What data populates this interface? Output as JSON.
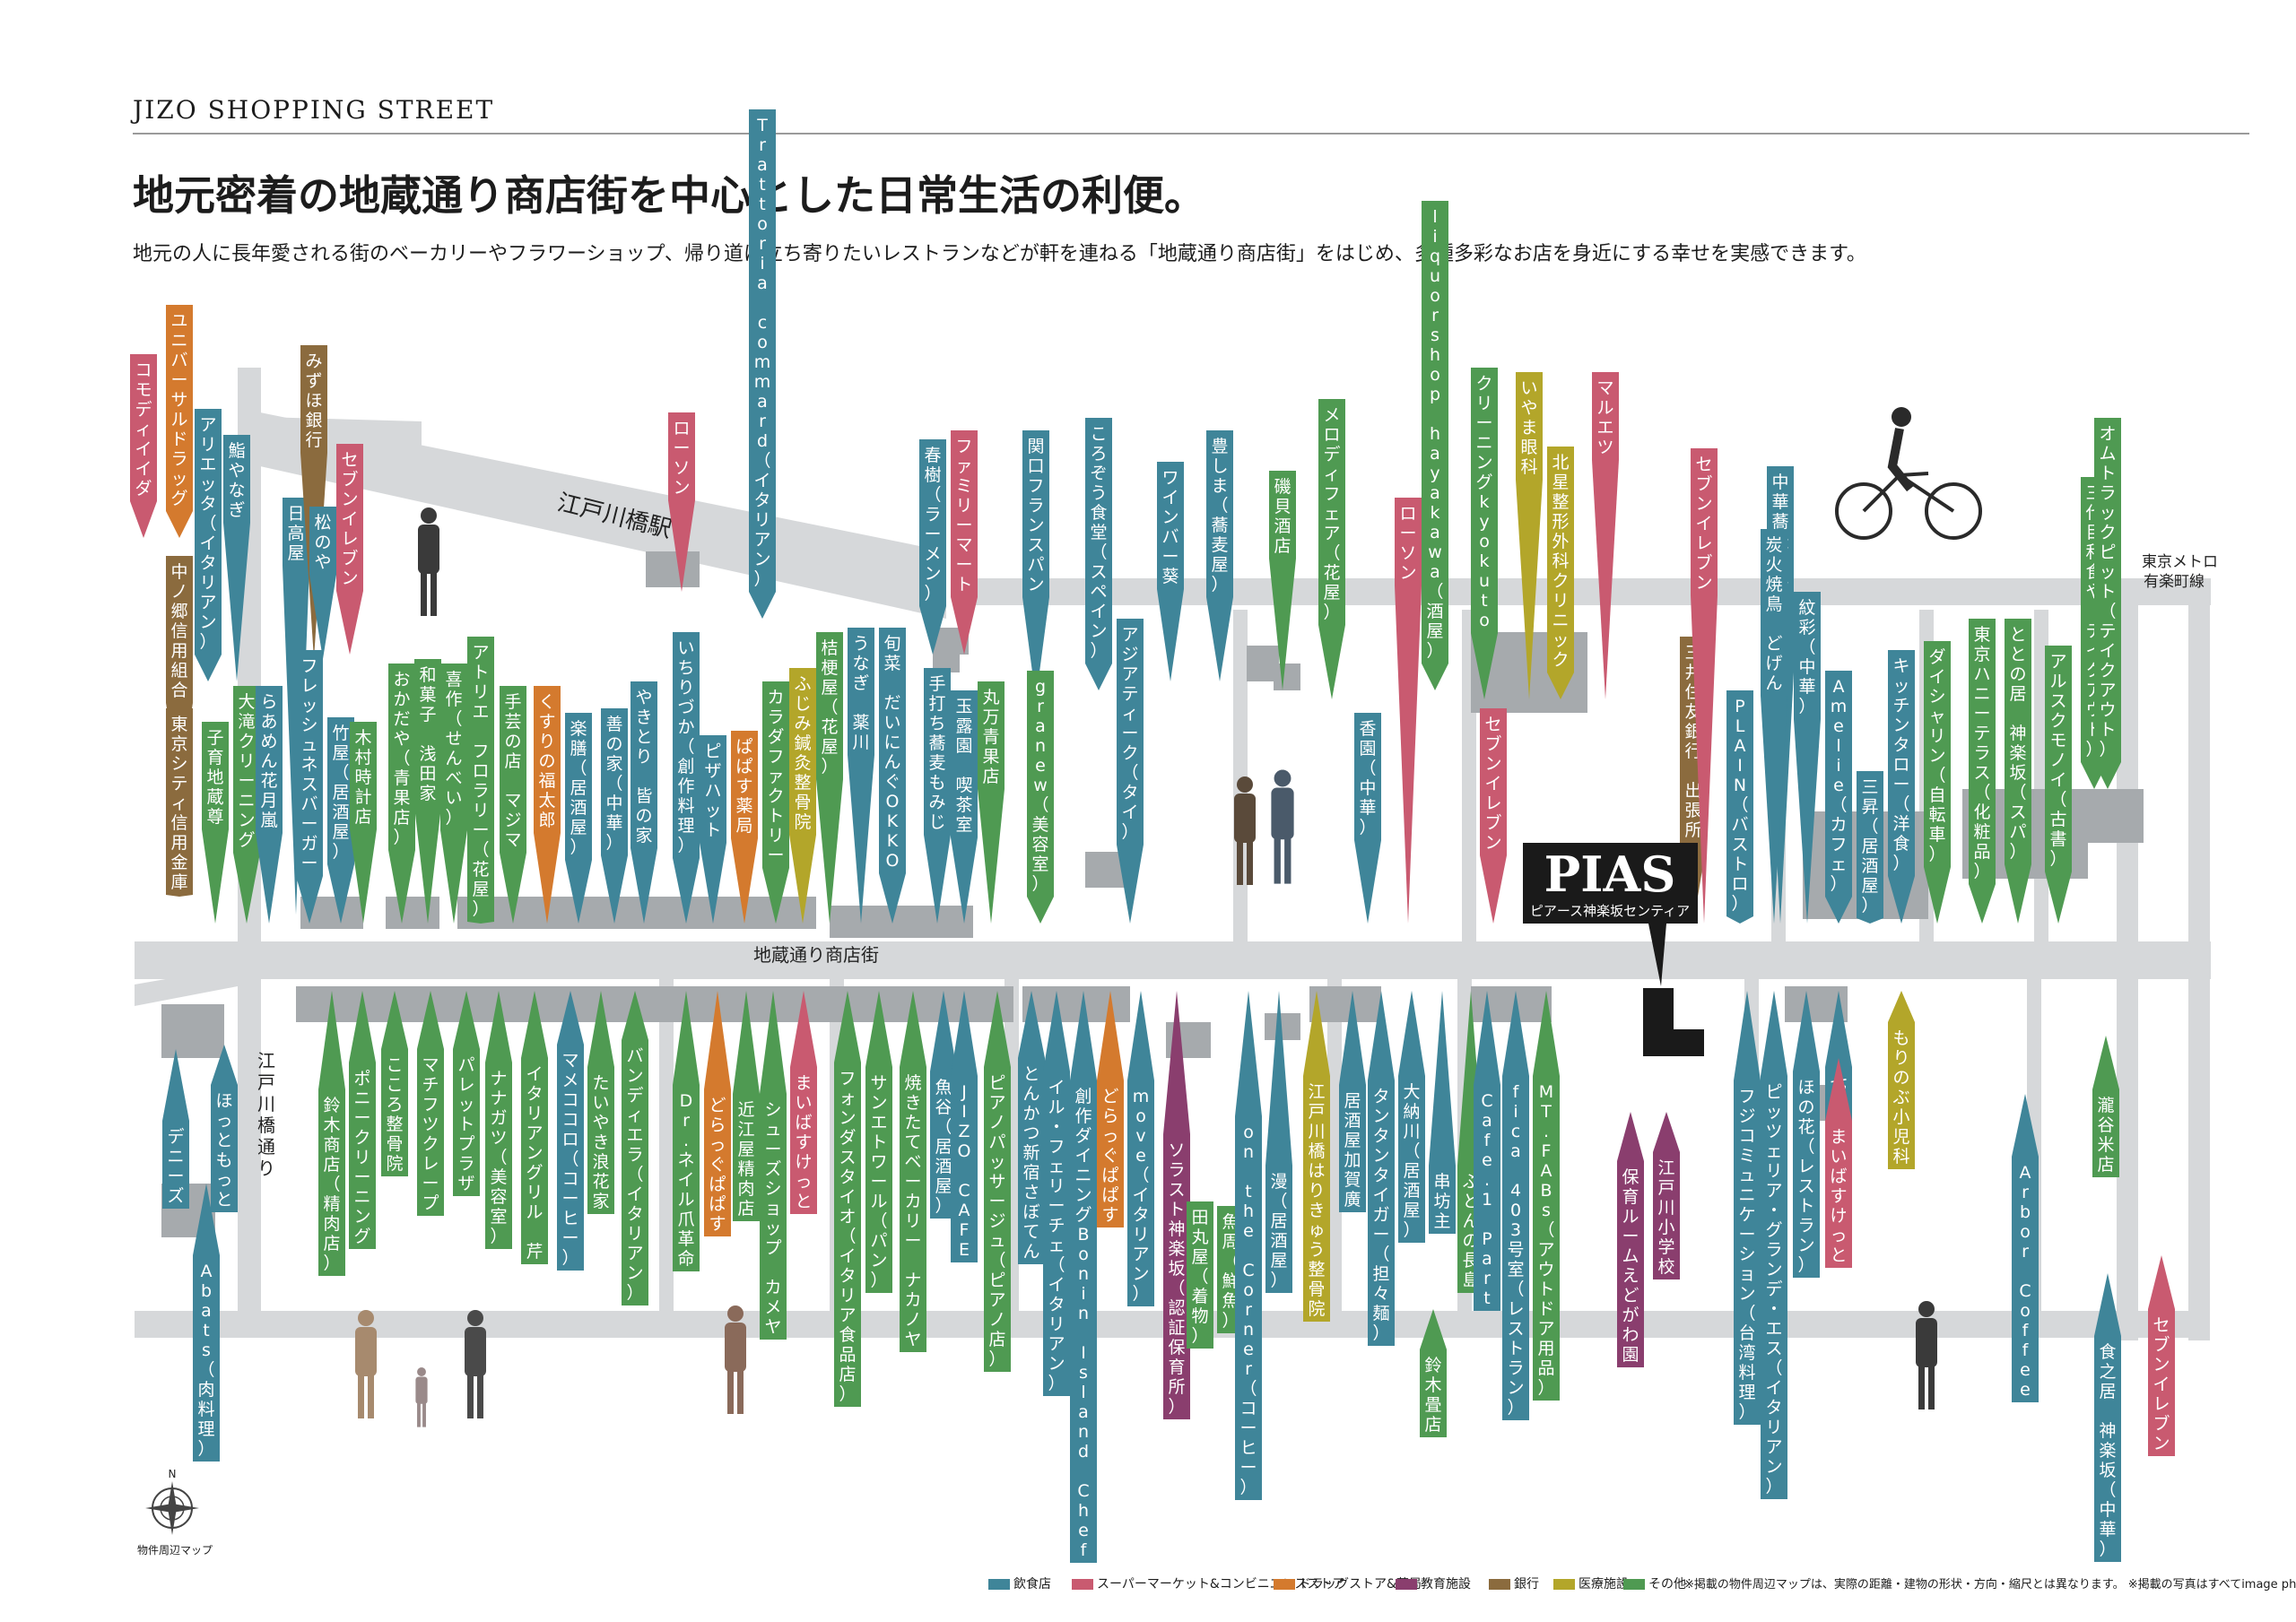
{
  "header": {
    "eyebrow": "JIZO SHOPPING STREET",
    "headline": "地元密着の地蔵通り商店街を中心とした日常生活の利便。",
    "lead": "地元の人に長年愛される街のベーカリーやフラワーショップ、帰り道に立ち寄りたいレストランなどが軒を連ねる「地蔵通り商店街」をはじめ、多種多彩なお店を身近にする幸せを実感できます。"
  },
  "colors": {
    "food": "#3f8599",
    "market": "#c95a70",
    "drug": "#d47a2e",
    "education": "#8a3e6e",
    "bank": "#8b6b3e",
    "medical": "#b3a62a",
    "other": "#4f9a52",
    "road": "#d6d8da",
    "block": "#a6aaad"
  },
  "map": {
    "street_label": "地蔵通り商店街",
    "station_label": "江戸川橋駅",
    "avenue_label": "江戸川橋通り",
    "metro_label_1": "東京メトロ",
    "metro_label_2": "有楽町線",
    "property": {
      "logo": "PIAS",
      "subtitle": "ピアース神楽坂センティア"
    },
    "compass_n": "N",
    "compass_caption": "物件周辺マップ"
  },
  "shops_top": [
    {
      "name": "コモディイイダ",
      "cat": "market"
    },
    {
      "name": "ユニバーサルドラッグ",
      "cat": "drug"
    },
    {
      "name": "中ノ郷信用組合",
      "cat": "bank"
    },
    {
      "name": "東京シティ信用金庫",
      "cat": "bank"
    },
    {
      "name": "アリエッタ（イタリアン）",
      "cat": "food"
    },
    {
      "name": "鮨やなぎ",
      "cat": "food"
    },
    {
      "name": "大滝クリーニング",
      "cat": "other"
    },
    {
      "name": "子育地蔵尊",
      "cat": "other"
    },
    {
      "name": "日高屋",
      "cat": "food"
    },
    {
      "name": "らあめん花月嵐",
      "cat": "food"
    },
    {
      "name": "みずほ銀行",
      "cat": "bank"
    },
    {
      "name": "松のや",
      "cat": "food"
    },
    {
      "name": "フレッシュネスバーガー",
      "cat": "food"
    },
    {
      "name": "竹屋（居酒屋）",
      "cat": "food"
    },
    {
      "name": "セブンイレブン",
      "cat": "market"
    },
    {
      "name": "木村時計店",
      "cat": "other"
    },
    {
      "name": "おかだや（青果店）",
      "cat": "other"
    },
    {
      "name": "和菓子 浅田家",
      "cat": "other"
    },
    {
      "name": "喜作（せんべい）",
      "cat": "other"
    },
    {
      "name": "アトリエ フロラリー（花屋）",
      "cat": "other"
    },
    {
      "name": "手芸の店 マジマ",
      "cat": "other"
    },
    {
      "name": "くすりの福太郎",
      "cat": "drug"
    },
    {
      "name": "楽膳（居酒屋）",
      "cat": "food"
    },
    {
      "name": "善の家（中華）",
      "cat": "food"
    },
    {
      "name": "やきとり 皆の家",
      "cat": "food"
    },
    {
      "name": "ローソン",
      "cat": "market"
    },
    {
      "name": "いちりづか（創作料理）",
      "cat": "food"
    },
    {
      "name": "ピザハット",
      "cat": "food"
    },
    {
      "name": "ぱぱす薬局",
      "cat": "drug"
    },
    {
      "name": "Trattoria commard（イタリアン）",
      "cat": "food"
    },
    {
      "name": "カラダファクトリー",
      "cat": "other"
    },
    {
      "name": "ふじみ鍼灸整骨院",
      "cat": "medical"
    },
    {
      "name": "桔梗屋（花屋）",
      "cat": "other"
    },
    {
      "name": "うなぎ 薬川",
      "cat": "food"
    },
    {
      "name": "旬菜 だいにんぐOKKO",
      "cat": "food"
    },
    {
      "name": "春樹（ラーメン）",
      "cat": "food"
    },
    {
      "name": "手打ち蕎麦もみじ",
      "cat": "food"
    },
    {
      "name": "ファミリーマート",
      "cat": "market"
    },
    {
      "name": "玉露園 喫茶室",
      "cat": "food"
    },
    {
      "name": "丸万青果店",
      "cat": "other"
    },
    {
      "name": "関口フランスパン",
      "cat": "food"
    },
    {
      "name": "granew（美容室）",
      "cat": "other"
    },
    {
      "name": "ころぞう食堂（スペイン）",
      "cat": "food"
    },
    {
      "name": "アジアティーク（タイ）",
      "cat": "food"
    },
    {
      "name": "ワインバー葵",
      "cat": "food"
    },
    {
      "name": "豊しま（蕎麦屋）",
      "cat": "food"
    },
    {
      "name": "磯貝酒店",
      "cat": "other"
    },
    {
      "name": "香園（中華）",
      "cat": "food"
    },
    {
      "name": "メロディフェア（花屋）",
      "cat": "other"
    },
    {
      "name": "ローソン",
      "cat": "market"
    },
    {
      "name": "liquorshop hayakawa（酒屋）",
      "cat": "other"
    },
    {
      "name": "セブンイレブン",
      "cat": "market"
    },
    {
      "name": "クリーニングkyokuto",
      "cat": "other"
    },
    {
      "name": "いやま眼科",
      "cat": "medical"
    },
    {
      "name": "北星整形外科クリニック",
      "cat": "medical"
    },
    {
      "name": "マルエツ",
      "cat": "market"
    },
    {
      "name": "三井住友銀行 出張所",
      "cat": "bank"
    },
    {
      "name": "セブンイレブン",
      "cat": "market"
    },
    {
      "name": "PLAIN（バストロ）",
      "cat": "food"
    },
    {
      "name": "中華蕎麦きみのあーる",
      "cat": "food"
    },
    {
      "name": "炭火焼鳥 どげん",
      "cat": "food"
    },
    {
      "name": "紋彩（中華）",
      "cat": "food"
    },
    {
      "name": "Amelie（カフェ）",
      "cat": "food"
    },
    {
      "name": "三昇（居酒屋）",
      "cat": "food"
    },
    {
      "name": "キッチンタロー（洋食）",
      "cat": "food"
    },
    {
      "name": "ダイシャリン（自転車）",
      "cat": "other"
    },
    {
      "name": "東京ハニーテラス（化粧品）",
      "cat": "other"
    },
    {
      "name": "ととの居 神楽坂（スパ）",
      "cat": "other"
    },
    {
      "name": "アルスクモノイ（古書）",
      "cat": "other"
    },
    {
      "name": "三代目和食や（テイクアウト）",
      "cat": "other"
    },
    {
      "name": "オムトラックピット（テイクアウト）",
      "cat": "other"
    }
  ],
  "shops_bottom": [
    {
      "name": "デニーズ",
      "cat": "food"
    },
    {
      "name": "ほっともっと",
      "cat": "food"
    },
    {
      "name": "Abats（肉料理）",
      "cat": "food"
    },
    {
      "name": "鈴木商店（精肉店）",
      "cat": "other"
    },
    {
      "name": "ポニークリーニング",
      "cat": "other"
    },
    {
      "name": "こころ整骨院",
      "cat": "other"
    },
    {
      "name": "マチフツクレープ",
      "cat": "other"
    },
    {
      "name": "パレットプラザ",
      "cat": "other"
    },
    {
      "name": "ナナガツ（美容室）",
      "cat": "other"
    },
    {
      "name": "イタリアングリル 芹",
      "cat": "other"
    },
    {
      "name": "マメココロ（コーヒー）",
      "cat": "food"
    },
    {
      "name": "たいやき浪花家",
      "cat": "other"
    },
    {
      "name": "バンディエラ（イタリアン）",
      "cat": "other"
    },
    {
      "name": "Dr.ネイル爪革命",
      "cat": "other"
    },
    {
      "name": "どらっぐぱぱす",
      "cat": "drug"
    },
    {
      "name": "近江屋精肉店",
      "cat": "other"
    },
    {
      "name": "シューズショップ カメヤ",
      "cat": "other"
    },
    {
      "name": "まいばすけっと",
      "cat": "market"
    },
    {
      "name": "フォンダスタイオ（イタリア食品店）",
      "cat": "other"
    },
    {
      "name": "サンエトワール（パン）",
      "cat": "other"
    },
    {
      "name": "焼きたてベーカリー ナカノヤ",
      "cat": "other"
    },
    {
      "name": "魚谷（居酒屋）",
      "cat": "food"
    },
    {
      "name": "JIZO CAFE",
      "cat": "food"
    },
    {
      "name": "ピアノパッサージュ（ピアノ店）",
      "cat": "other"
    },
    {
      "name": "とんかつ新宿さぼてん",
      "cat": "food"
    },
    {
      "name": "イル・フェリーチェ（イタリアン）",
      "cat": "food"
    },
    {
      "name": "創作ダイニングBonin Island Chef",
      "cat": "food"
    },
    {
      "name": "どらっぐぱぱす",
      "cat": "drug"
    },
    {
      "name": "move（イタリアン）",
      "cat": "food"
    },
    {
      "name": "ソラスト神楽坂（認証保育所）",
      "cat": "education"
    },
    {
      "name": "田丸屋（着物）",
      "cat": "other"
    },
    {
      "name": "魚周（鮮魚）",
      "cat": "other"
    },
    {
      "name": "on the Corner（コーヒー）",
      "cat": "food"
    },
    {
      "name": "漫（居酒屋）",
      "cat": "food"
    },
    {
      "name": "江戸川橋はりきゅう整骨院",
      "cat": "medical"
    },
    {
      "name": "居酒屋加賀廣",
      "cat": "food"
    },
    {
      "name": "タンタンタイガー（担々麺）",
      "cat": "food"
    },
    {
      "name": "大納川（居酒屋）",
      "cat": "food"
    },
    {
      "name": "串坊主",
      "cat": "food"
    },
    {
      "name": "ふとんの長島",
      "cat": "other"
    },
    {
      "name": "鈴木畳店",
      "cat": "other"
    },
    {
      "name": "Cafe.1 Part",
      "cat": "food"
    },
    {
      "name": "fica 403号室（レストラン）",
      "cat": "food"
    },
    {
      "name": "MT.FABs（アウトドア用品）",
      "cat": "other"
    },
    {
      "name": "保育ルームえどがわ園",
      "cat": "education"
    },
    {
      "name": "江戸川小学校",
      "cat": "education"
    },
    {
      "name": "フジコミュニケーション（台湾料理）",
      "cat": "food"
    },
    {
      "name": "ピッツェリア・グランデ・エス（イタリアン）",
      "cat": "food"
    },
    {
      "name": "ほの花（レストラン）",
      "cat": "food"
    },
    {
      "name": "七ツ半（居酒屋）",
      "cat": "food"
    },
    {
      "name": "まいばすけっと",
      "cat": "market"
    },
    {
      "name": "もりのぶ小児科",
      "cat": "medical"
    },
    {
      "name": "Arbor Coffee",
      "cat": "food"
    },
    {
      "name": "瀧谷米店",
      "cat": "other"
    },
    {
      "name": "食之居 神楽坂（中華）",
      "cat": "food"
    },
    {
      "name": "セブンイレブン",
      "cat": "market"
    }
  ],
  "legend": [
    {
      "label": "飲食店",
      "cat": "food"
    },
    {
      "label": "スーパーマーケット&コンビニエンスストア",
      "cat": "market"
    },
    {
      "label": "ドラッグストア&薬局",
      "cat": "drug"
    },
    {
      "label": "教育施設",
      "cat": "education"
    },
    {
      "label": "銀行",
      "cat": "bank"
    },
    {
      "label": "医療施設",
      "cat": "medical"
    },
    {
      "label": "その他",
      "cat": "other"
    }
  ],
  "footnote": "※掲載の物件周辺マップは、実際の距離・建物の形状・方向・縮尺とは異なります。 ※掲載の写真はすべてimage photoです。"
}
